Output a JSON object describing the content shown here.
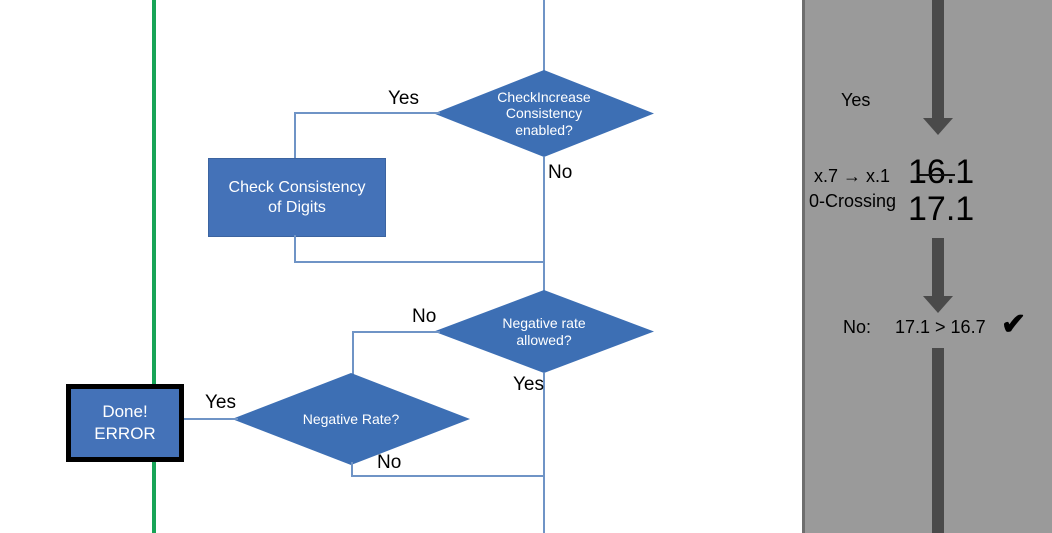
{
  "flowchart": {
    "nodes": {
      "check_increase_decision": {
        "label": "CheckIncrease\nConsistency\nenabled?",
        "shape": "diamond"
      },
      "check_consistency_process": {
        "label": "Check Consistency\nof Digits",
        "shape": "process"
      },
      "negative_rate_allowed_decision": {
        "label": "Negative rate\nallowed?",
        "shape": "diamond"
      },
      "negative_rate_decision": {
        "label": "Negative Rate?",
        "shape": "diamond"
      },
      "done_error_terminal": {
        "label": "Done!\nERROR",
        "shape": "terminator"
      }
    },
    "edge_labels": {
      "check_increase_yes": "Yes",
      "check_increase_no": "No",
      "negative_rate_allowed_no": "No",
      "negative_rate_allowed_yes": "Yes",
      "negative_rate_yes": "Yes",
      "negative_rate_no": "No"
    },
    "colors": {
      "shape_fill": "#4472b8",
      "diamond_fill": "#3d6fb4",
      "connector": "#6f94c6",
      "terminator_border": "#000000",
      "marker_line": "#17a457"
    }
  },
  "right_panel": {
    "background": "#9a9a9a",
    "arrow_color": "#4a4a4a",
    "yes_label": "Yes",
    "annotation_line1_label": "x.7 → x.1",
    "annotation_line2_label": "0-Crossing",
    "annotation_value_struck": "16.1",
    "annotation_value": "17.1",
    "comparison_prefix": "No:",
    "comparison_expression": "17.1 > 16.7",
    "check_glyph": "✔"
  }
}
